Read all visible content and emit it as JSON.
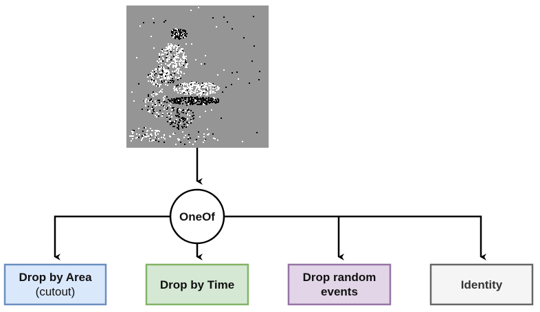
{
  "diagram": {
    "oneof_label": "OneOf",
    "nodes": [
      {
        "id": "drop-by-area",
        "line1": "Drop by Area",
        "line2": "(cutout)",
        "fill": "#dae8fc",
        "stroke": "#6c8ebf"
      },
      {
        "id": "drop-by-time",
        "line1": "Drop by Time",
        "line2": "",
        "fill": "#d5e8d4",
        "stroke": "#82b366"
      },
      {
        "id": "drop-random-events",
        "line1": "Drop random",
        "line2": "events",
        "fill": "#e1d5e7",
        "stroke": "#9673a6"
      },
      {
        "id": "identity",
        "line1": "Identity",
        "line2": "",
        "fill": "#f5f5f5",
        "stroke": "#666666"
      }
    ],
    "colors": {
      "connector": "#000000",
      "event_background": "#959595",
      "event_positive": "#ffffff",
      "event_negative": "#000000"
    }
  }
}
